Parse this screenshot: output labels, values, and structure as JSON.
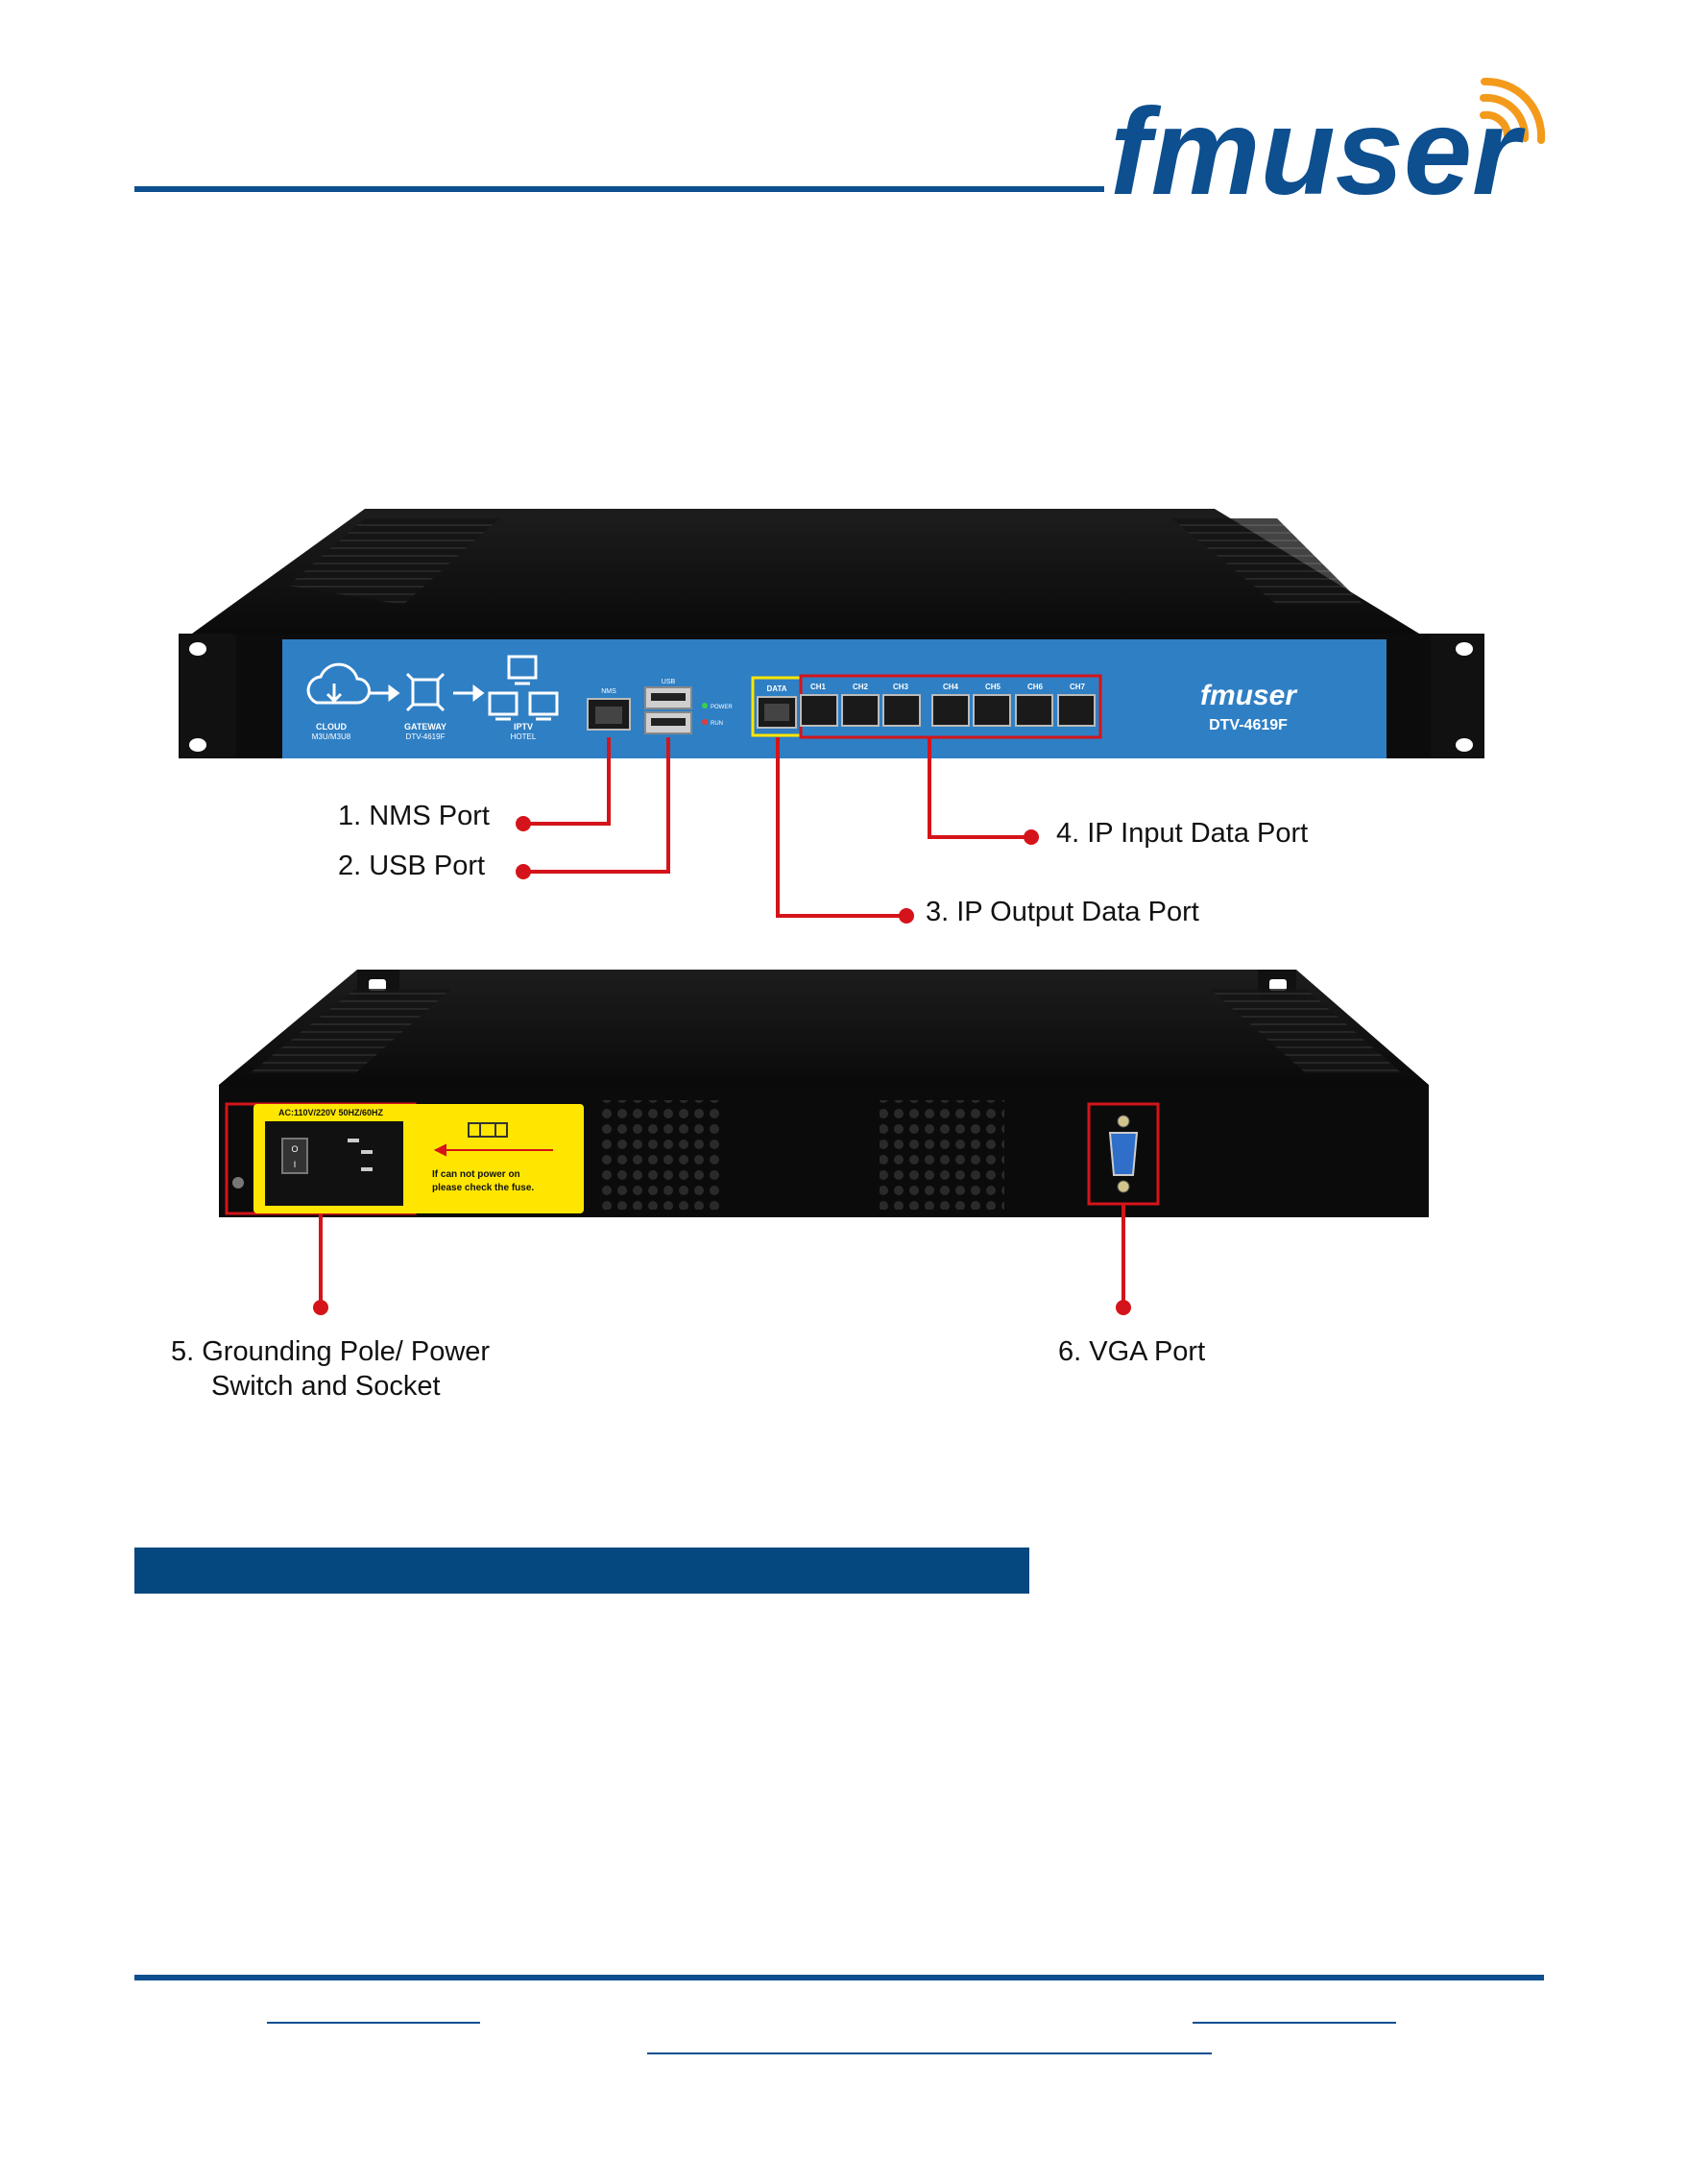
{
  "brand": {
    "logo_text": "fmuser",
    "primary_color": "#0d4f8f",
    "accent_color": "#f39a1b"
  },
  "front_panel": {
    "diagram": {
      "cloud": "CLOUD",
      "cloud_sub": "M3U/M3U8",
      "gateway": "GATEWAY",
      "gateway_sub": "DTV-4619F",
      "iptv": "IPTV",
      "iptv_sub": "HOTEL"
    },
    "port_labels": {
      "nms": "NMS",
      "usb": "USB",
      "power": "POWER",
      "run": "RUN",
      "data": "DATA",
      "channels": [
        "CH1",
        "CH2",
        "CH3",
        "CH4",
        "CH5",
        "CH6",
        "CH7"
      ]
    },
    "brand": "fmuser",
    "model": "DTV-4619F"
  },
  "rear_panel": {
    "power_rating": "AC:110V/220V  50HZ/60HZ",
    "fuse_note_line1": "If can not power on",
    "fuse_note_line2": "please check the fuse."
  },
  "callouts": {
    "nms": "1. NMS Port",
    "usb": "2. USB Port",
    "ip_output": "3. IP Output Data Port",
    "ip_input": "4. IP Input Data Port",
    "power_line1": "5. Grounding Pole/ Power",
    "power_line2": "Switch and Socket",
    "vga": "6. VGA Port"
  },
  "colors": {
    "callout_red": "#d4141a",
    "panel_blue": "#2f7fc4",
    "label_yellow": "#ffe600",
    "section_bar": "#05477f"
  }
}
